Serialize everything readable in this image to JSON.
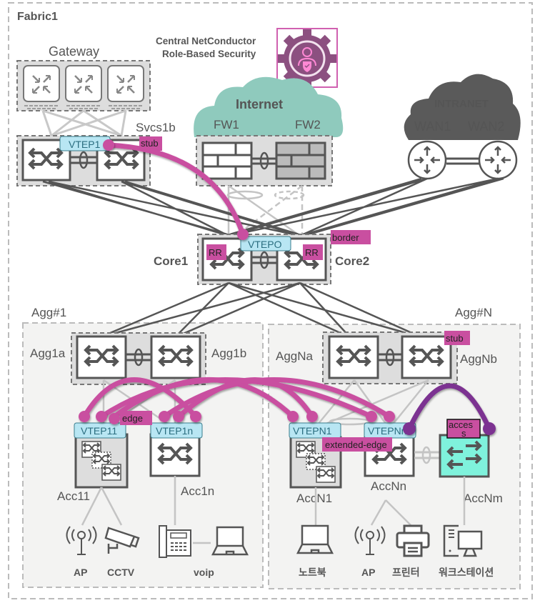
{
  "fabric": {
    "title": "Fabric1"
  },
  "central": {
    "line1": "Central NetConductor",
    "line2": "Role-Based Security",
    "icon": "gear-user-shield-icon"
  },
  "gateway": {
    "title": "Gateway",
    "devices": 3
  },
  "services": {
    "label": "Svcs1b",
    "vtep": "VTEP1",
    "role": "stub"
  },
  "internet": {
    "title": "Internet",
    "fw1": "FW1",
    "fw2": "FW2",
    "color": "#8fcabd"
  },
  "intranet": {
    "title": "INTRANET",
    "wan1": "WAN1",
    "wan2": "WAN2",
    "color": "#5a5a5a"
  },
  "core": {
    "core1": "Core1",
    "core2": "Core2",
    "vtep": "VTEPO",
    "rr": "RR",
    "role": "border"
  },
  "agg1": {
    "group": "Agg#1",
    "a": "Agg1a",
    "b": "Agg1b"
  },
  "aggN": {
    "group": "Agg#N",
    "a": "AggNa",
    "b": "AggNb",
    "role": "stub"
  },
  "access1": {
    "acc11": "Acc11",
    "acc1n": "Acc1n",
    "vtep11": "VTEP11",
    "vtep1n": "VTEP1n",
    "role": "edge"
  },
  "accessN": {
    "accn1": "AccN1",
    "accnn": "AccNn",
    "accnm": "AccNm",
    "vtepn1": "VTEPN1",
    "vtepnn": "VTEPNn",
    "role_ext": "extended-edge",
    "role_access": "access"
  },
  "endpoints1": {
    "ap": "AP",
    "cctv": "CCTV",
    "voip": "voip"
  },
  "endpointsN": {
    "laptop": "노트북",
    "ap": "AP",
    "printer": "프린터",
    "workstation": "워크스테이션"
  },
  "colors": {
    "tunnel": "#c94fa0",
    "tunnel_access": "#7b3391",
    "tag_bg": "#c94fa0",
    "vtep_bg": "#b8e6f3",
    "access_switch": "#7ff2dc",
    "line": "#555555",
    "light_line": "#c4c4c4"
  }
}
